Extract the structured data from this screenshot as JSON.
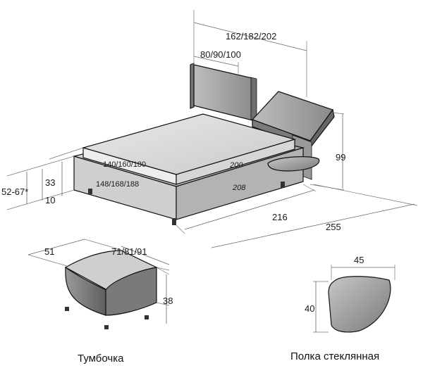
{
  "bed": {
    "labels": {
      "total_width": "162/182/202",
      "headboard_width": "80/90/100",
      "height_total": "99",
      "mattress_length": "200",
      "mattress_width": "140/160/180",
      "base_length": "208",
      "base_width": "148/168/188",
      "length_216": "216",
      "length_255": "255",
      "side_total": "52-67*",
      "side_33": "33",
      "side_10": "10"
    }
  },
  "nightstand": {
    "caption": "Тумбочка",
    "labels": {
      "depth": "51",
      "width": "71/81/91",
      "height": "38"
    }
  },
  "shelf": {
    "caption": "Полка стеклянная",
    "labels": {
      "width": "45",
      "height": "40"
    }
  }
}
